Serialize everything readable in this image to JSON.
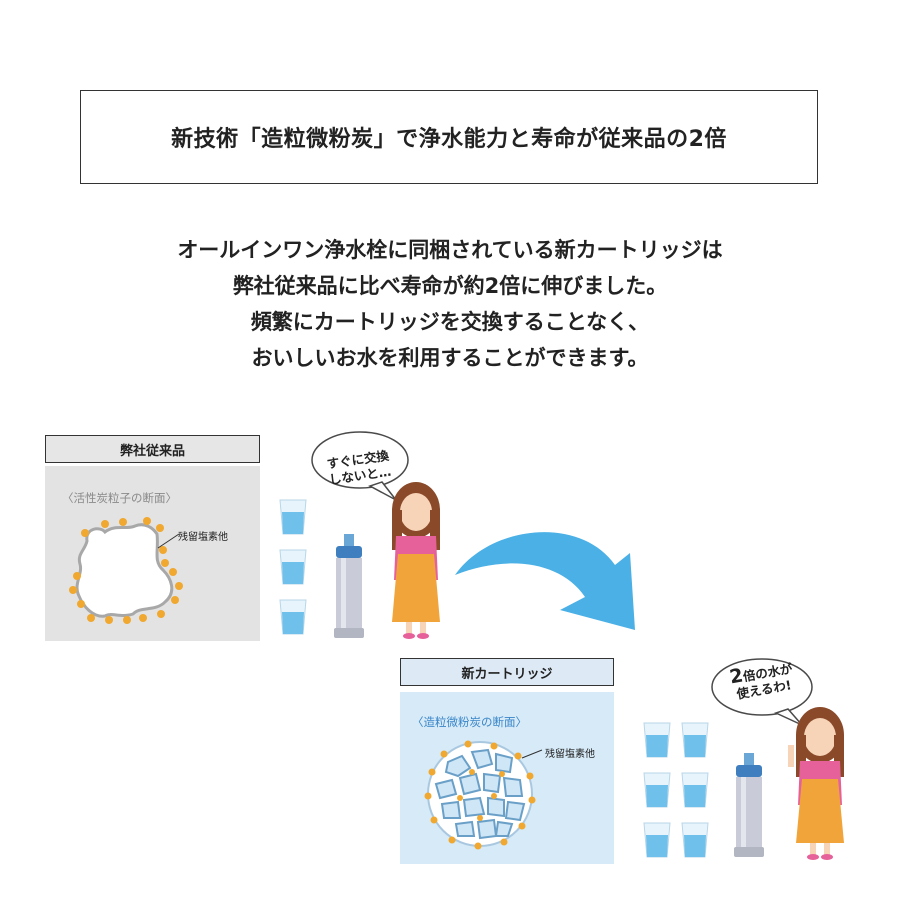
{
  "title": "新技術「造粒微粉炭」で浄水能力と寿命が従来品の2倍",
  "description": [
    "オールインワン浄水栓に同梱されている新カートリッジは",
    "弊社従来品に比べ寿命が約2倍に伸びました。",
    "頻繁にカートリッジを交換することなく、",
    "おいしいお水を利用することができます。"
  ],
  "old_product": {
    "label": "弊社従来品",
    "caption": "〈活性炭粒子の断面〉",
    "residue_label": "残留塩素他",
    "speech": [
      "すぐに交換",
      "しないと…"
    ],
    "glass_count": 3
  },
  "new_product": {
    "label": "新カートリッジ",
    "caption": "〈造粒微粉炭の断面〉",
    "residue_label": "残留塩素他",
    "speech_number": "2",
    "speech": [
      "倍の水が",
      "使えるわ!"
    ],
    "glass_count": 6
  },
  "colors": {
    "arrow": "#4ab0e6",
    "particle_dot": "#f0a830",
    "old_panel": "#e3e3e3",
    "new_panel": "#d6eaf8",
    "water": "#6fc0ea"
  },
  "icons": [
    "water-glass-icon",
    "water-filter-cartridge-icon",
    "woman-worried-icon",
    "woman-happy-icon",
    "curved-arrow-icon",
    "speech-bubble-icon"
  ]
}
